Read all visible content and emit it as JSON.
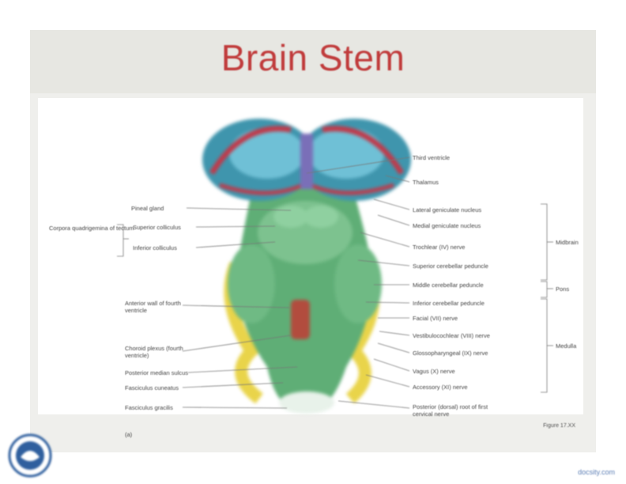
{
  "slide": {
    "title": "Brain Stem",
    "figure_number": "Figure 17.XX",
    "panel_letter": "(a)"
  },
  "labels": {
    "left_group": "Corpora quadrigemina of tectum",
    "pineal_gland": "Pineal gland",
    "superior_colliculus": "Superior colliculus",
    "inferior_colliculus": "Inferior colliculus",
    "anterior_wall": "Anterior wall of fourth ventricle",
    "choroid_plexus": "Choroid plexus (fourth ventricle)",
    "posterior_median_sulcus": "Posterior median sulcus",
    "fasciculus_cuneatus": "Fasciculus cuneatus",
    "fasciculus_gracilis": "Fasciculus gracilis",
    "third_ventricle": "Third ventricle",
    "thalamus": "Thalamus",
    "lateral_geniculate": "Lateral geniculate nucleus",
    "medial_geniculate": "Medial geniculate nucleus",
    "trochlear_nerve": "Trochlear (IV) nerve",
    "superior_cerebellar": "Superior cerebellar peduncle",
    "middle_cerebellar": "Middle cerebellar peduncle",
    "inferior_cerebellar": "Inferior cerebellar peduncle",
    "facial_nerve": "Facial (VII) nerve",
    "vestibulocochlear": "Vestibulocochlear (VIII) nerve",
    "glossopharyngeal": "Glossopharyngeal (IX) nerve",
    "vagus_nerve": "Vagus (X) nerve",
    "accessory_nerve": "Accessory (XI) nerve",
    "posterior_root": "Posterior (dorsal) root of first cervical nerve",
    "midbrain": "Midbrain",
    "pons": "Pons",
    "medulla": "Medulla"
  },
  "footer": {
    "site": "docsity.com"
  },
  "colors": {
    "title": "#c03b3b",
    "thalamus": "#3f95ad",
    "stem": "#5fae76",
    "nerves": "#e9d44a",
    "link": "#5b7db4"
  }
}
